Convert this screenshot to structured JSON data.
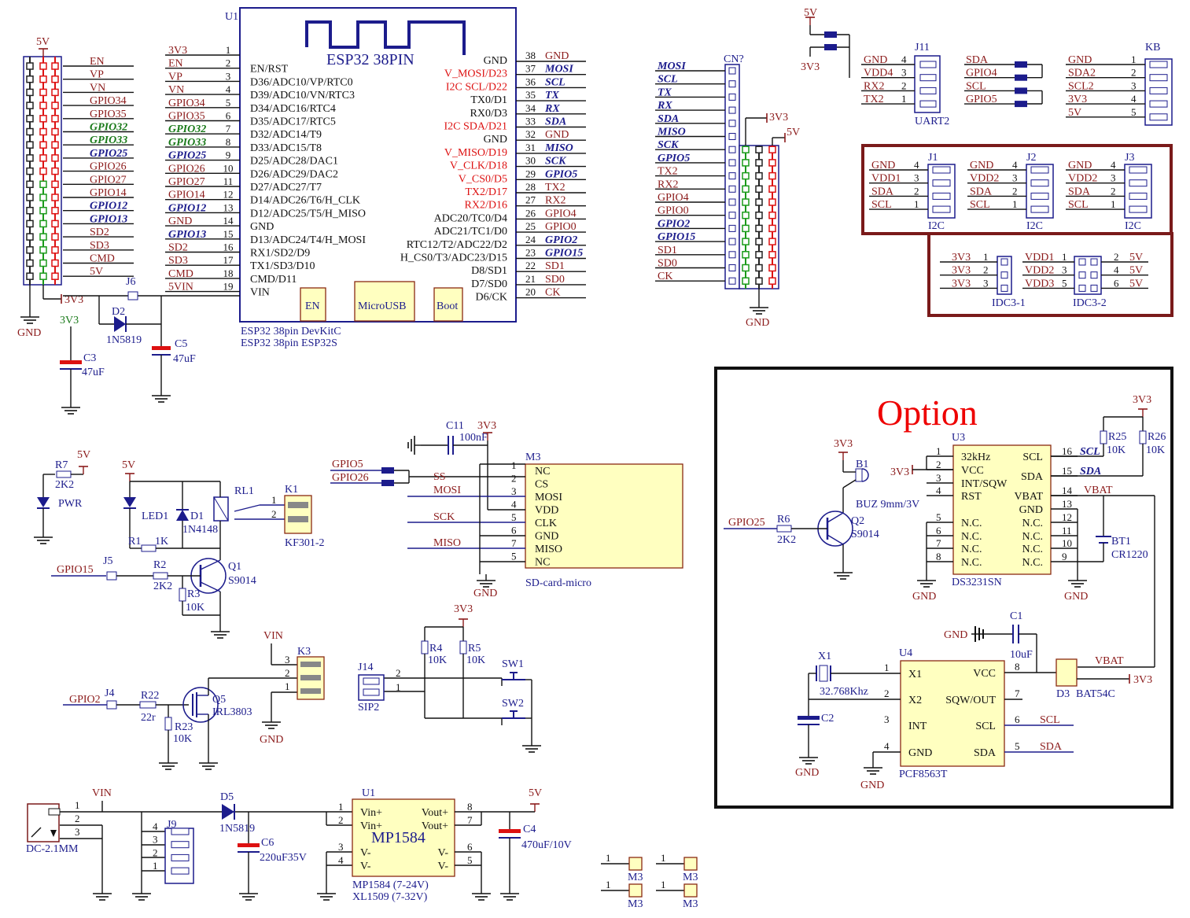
{
  "esp32": {
    "ref": "U1",
    "title": "ESP32 38PIN",
    "footprint1": "ESP32 38pin DevKitC",
    "footprint2": "ESP32 38pin ESP32S",
    "buttons": [
      "EN",
      "MicroUSB",
      "Boot"
    ],
    "left_pins": [
      {
        "n": "1",
        "name": "",
        "net": "3V3"
      },
      {
        "n": "2",
        "name": "EN/RST",
        "net": "EN"
      },
      {
        "n": "3",
        "name": "D36/ADC10/VP/RTC0",
        "net": "VP"
      },
      {
        "n": "4",
        "name": "D39/ADC10/VN/RTC3",
        "net": "VN"
      },
      {
        "n": "5",
        "name": "D34/ADC16/RTC4",
        "net": "GPIO34"
      },
      {
        "n": "6",
        "name": "D35/ADC17/RTC5",
        "net": "GPIO35"
      },
      {
        "n": "7",
        "name": "D32/ADC14/T9",
        "net": "GPIO32"
      },
      {
        "n": "8",
        "name": "D33/ADC15/T8",
        "net": "GPIO33"
      },
      {
        "n": "9",
        "name": "D25/ADC28/DAC1",
        "net": "GPIO25"
      },
      {
        "n": "10",
        "name": "D26/ADC29/DAC2",
        "net": "GPIO26"
      },
      {
        "n": "11",
        "name": "D27/ADC27/T7",
        "net": "GPIO27"
      },
      {
        "n": "12",
        "name": "D14/ADC26/T6/H_CLK",
        "net": "GPIO14"
      },
      {
        "n": "13",
        "name": "D12/ADC25/T5/H_MISO",
        "net": "GPIO12"
      },
      {
        "n": "14",
        "name": "GND",
        "net": "GND"
      },
      {
        "n": "15",
        "name": "D13/ADC24/T4/H_MOSI",
        "net": "GPIO13"
      },
      {
        "n": "16",
        "name": "RX1/SD2/D9",
        "net": "SD2"
      },
      {
        "n": "17",
        "name": "TX1/SD3/D10",
        "net": "SD3"
      },
      {
        "n": "18",
        "name": "CMD/D11",
        "net": "CMD"
      },
      {
        "n": "19",
        "name": "VIN",
        "net": "5VIN"
      }
    ],
    "right_pins": [
      {
        "n": "38",
        "name": "GND",
        "net": "GND"
      },
      {
        "n": "37",
        "name": "V_MOSI/D23",
        "net": "MOSI"
      },
      {
        "n": "36",
        "name": "I2C SCL/D22",
        "net": "SCL"
      },
      {
        "n": "35",
        "name": "TX0/D1",
        "net": "TX"
      },
      {
        "n": "34",
        "name": "RX0/D3",
        "net": "RX"
      },
      {
        "n": "33",
        "name": "I2C SDA/D21",
        "net": "SDA"
      },
      {
        "n": "32",
        "name": "GND",
        "net": "GND"
      },
      {
        "n": "31",
        "name": "V_MISO/D19",
        "net": "MISO"
      },
      {
        "n": "30",
        "name": "V_CLK/D18",
        "net": "SCK"
      },
      {
        "n": "29",
        "name": "V_CS0/D5",
        "net": "GPIO5"
      },
      {
        "n": "28",
        "name": "TX2/D17",
        "net": "TX2"
      },
      {
        "n": "27",
        "name": "RX2/D16",
        "net": "RX2"
      },
      {
        "n": "26",
        "name": "ADC20/TC0/D4",
        "net": "GPIO4"
      },
      {
        "n": "25",
        "name": "ADC21/TC1/D0",
        "net": "GPIO0"
      },
      {
        "n": "24",
        "name": "RTC12/T2/ADC22/D2",
        "net": "GPIO2"
      },
      {
        "n": "23",
        "name": "H_CS0/T3/ADC23/D15",
        "net": "GPIO15"
      },
      {
        "n": "22",
        "name": "D8/SD1",
        "net": "SD1"
      },
      {
        "n": "21",
        "name": "D7/SD0",
        "net": "SD0"
      },
      {
        "n": "20",
        "name": "D6/CK",
        "net": "CK"
      }
    ]
  },
  "left_header": {
    "power": "5V",
    "gnd": "GND",
    "v33": "3V3",
    "nets": [
      "EN",
      "VP",
      "VN",
      "GPIO34",
      "GPIO35",
      "GPIO32",
      "GPIO33",
      "GPIO25",
      "GPIO26",
      "GPIO27",
      "GPIO14",
      "GPIO12",
      "GPIO13",
      "SD2",
      "SD3",
      "CMD",
      "5V"
    ]
  },
  "right_header": {
    "ref": "CN?",
    "v33": "3V3",
    "v5": "5V",
    "gnd": "GND",
    "nets": [
      "MOSI",
      "SCL",
      "TX",
      "RX",
      "SDA",
      "MISO",
      "SCK",
      "GPIO5",
      "TX2",
      "RX2",
      "GPIO4",
      "GPIO0",
      "GPIO2",
      "GPIO15",
      "SD1",
      "SD0",
      "CK"
    ]
  },
  "power_in": {
    "j6": "J6",
    "d2": "D2",
    "d2v": "1N5819",
    "c3": "C3",
    "c3v": "47uF",
    "c5": "C5",
    "c5v": "47uF",
    "v33": "3V3"
  },
  "uart": {
    "ref": "J11",
    "name": "UART2",
    "v5": "5V",
    "v33": "3V3",
    "pins": [
      [
        "GND",
        "4"
      ],
      [
        "VDD4",
        "3"
      ],
      [
        "RX2",
        "2"
      ],
      [
        "TX2",
        "1"
      ]
    ]
  },
  "kb": {
    "ref": "KB",
    "left": [
      [
        "SDA",
        ""
      ],
      [
        "GPIO4",
        ""
      ],
      [
        "SCL",
        ""
      ],
      [
        "GPIO5",
        ""
      ]
    ],
    "right": [
      [
        "GND",
        "1"
      ],
      [
        "SDA2",
        "2"
      ],
      [
        "SCL2",
        "3"
      ],
      [
        "3V3",
        "4"
      ],
      [
        "5V",
        "5"
      ]
    ]
  },
  "i2c": [
    {
      "ref": "J1",
      "name": "I2C",
      "pins": [
        [
          "GND",
          "4"
        ],
        [
          "VDD1",
          "3"
        ],
        [
          "SDA",
          "2"
        ],
        [
          "SCL",
          "1"
        ]
      ]
    },
    {
      "ref": "J2",
      "name": "I2C",
      "pins": [
        [
          "GND",
          "4"
        ],
        [
          "VDD2",
          "3"
        ],
        [
          "SDA",
          "2"
        ],
        [
          "SCL",
          "1"
        ]
      ]
    },
    {
      "ref": "J3",
      "name": "I2C",
      "pins": [
        [
          "GND",
          "4"
        ],
        [
          "VDD2",
          "3"
        ],
        [
          "SDA",
          "2"
        ],
        [
          "SCL",
          "1"
        ]
      ]
    }
  ],
  "idc": {
    "idc1": "IDC3-1",
    "idc2": "IDC3-2",
    "left": [
      [
        "3V3",
        "1"
      ],
      [
        "3V3",
        "2"
      ],
      [
        "3V3",
        "3"
      ]
    ],
    "mid": [
      [
        "VDD1",
        "1"
      ],
      [
        "VDD2",
        "3"
      ],
      [
        "VDD3",
        "5"
      ]
    ],
    "right": [
      [
        "2",
        "5V"
      ],
      [
        "4",
        "5V"
      ],
      [
        "6",
        "5V"
      ]
    ]
  },
  "pwr_led": {
    "r": "R7",
    "rv": "2K2",
    "v5": "5V",
    "label": "PWR"
  },
  "relay": {
    "v5": "5V",
    "led": "LED1",
    "d": "D1",
    "dv": "1N4148",
    "rl": "RL1",
    "k": "K1",
    "kv": "KF301-2",
    "r1": "R1",
    "r1v": "1K",
    "r2": "R2",
    "r2v": "2K2",
    "r3": "R3",
    "r3v": "10K",
    "q": "Q1",
    "qv": "S9014",
    "j": "J5",
    "gpio": "GPIO15",
    "p1": "1",
    "p2": "2"
  },
  "mosfet": {
    "vin": "VIN",
    "k": "K3",
    "j": "J4",
    "gpio": "GPIO2",
    "r22": "R22",
    "r22v": "22r",
    "r23": "R23",
    "r23v": "10K",
    "q": "Q5",
    "qv": "IRL3803",
    "gnd": "GND",
    "p": [
      "3",
      "2",
      "1"
    ]
  },
  "sd": {
    "ref": "M3",
    "name": "SD-card-micro",
    "c": "C11",
    "cv": "100nF",
    "v33": "3V3",
    "gnd": "GND",
    "g5": "GPIO5",
    "g26": "GPIO26",
    "pins": [
      [
        "1",
        "NC"
      ],
      [
        "2",
        "CS"
      ],
      [
        "3",
        "MOSI"
      ],
      [
        "4",
        "VDD"
      ],
      [
        "5",
        "CLK"
      ],
      [
        "6",
        "GND"
      ],
      [
        "7",
        "MISO"
      ],
      [
        "5",
        "NC"
      ]
    ],
    "nets": [
      "SS",
      "MOSI",
      "SCK",
      "MISO"
    ]
  },
  "switches": {
    "v33": "3V3",
    "r4": "R4",
    "r4v": "10K",
    "r5": "R5",
    "r5v": "10K",
    "sw1": "SW1",
    "sw2": "SW2",
    "j": "J14",
    "jv": "SIP2",
    "p2": "2",
    "p1": "1"
  },
  "dc": {
    "vin": "VIN",
    "jack": "DC-2.1MM",
    "j9": "J9",
    "d5": "D5",
    "d5v": "1N5819",
    "c6": "C6",
    "c6v": "220uF35V",
    "u": "U1",
    "uv": "MP1584",
    "v5": "5V",
    "c4": "C4",
    "c4v": "470uF/10V",
    "note1": "MP1584 (7-24V)",
    "note2": "XL1509 (7-32V)",
    "lpins": [
      [
        "1",
        "Vin+"
      ],
      [
        "2",
        "Vin+"
      ],
      [
        "3",
        "V-"
      ],
      [
        "4",
        "V-"
      ]
    ],
    "rpins": [
      [
        "8",
        "Vout+"
      ],
      [
        "7",
        "Vout+"
      ],
      [
        "6",
        "V-"
      ],
      [
        "5",
        "V-"
      ]
    ],
    "jack_pins": [
      "1",
      "2",
      "3"
    ],
    "j9_pins": [
      "4",
      "3",
      "2",
      "1"
    ]
  },
  "holes": {
    "label": "M3",
    "pin": "1"
  },
  "option": {
    "title": "Option",
    "v33": "3V3",
    "buzzer": {
      "b": "B1",
      "bv": "BUZ 9mm/3V",
      "q": "Q2",
      "qv": "S9014",
      "r": "R6",
      "rv": "2K2",
      "gpio": "GPIO25"
    },
    "rtc": {
      "ref": "U3",
      "name": "DS3231SN",
      "r25": "R25",
      "r25v": "10K",
      "r26": "R26",
      "r26v": "10K",
      "scl": "SCL",
      "sda": "SDA",
      "vbat": "VBAT",
      "bt": "BT1",
      "btv": "CR1220",
      "gnd": "GND",
      "lpins": [
        [
          "1",
          "32kHz"
        ],
        [
          "2",
          "VCC"
        ],
        [
          "3",
          "INT/SQW"
        ],
        [
          "4",
          "RST"
        ],
        [
          "5",
          "N.C."
        ],
        [
          "6",
          "N.C."
        ],
        [
          "7",
          "N.C."
        ],
        [
          "8",
          "N.C."
        ]
      ],
      "rpins": [
        [
          "16",
          "SCL"
        ],
        [
          "15",
          "SDA"
        ],
        [
          "14",
          "VBAT"
        ],
        [
          "13",
          "GND"
        ],
        [
          "12",
          "N.C."
        ],
        [
          "11",
          "N.C."
        ],
        [
          "10",
          "N.C."
        ],
        [
          "9",
          "N.C."
        ]
      ]
    },
    "pcf": {
      "ref": "U4",
      "name": "PCF8563T",
      "x": "X1",
      "xv": "32.768Khz",
      "c1": "C1",
      "c1v": "10uF",
      "c2": "C2",
      "d": "D3",
      "dv": "BAT54C",
      "vbat": "VBAT",
      "gnd": "GND",
      "lpins": [
        [
          "1",
          "X1"
        ],
        [
          "2",
          "X2"
        ],
        [
          "3",
          "INT"
        ],
        [
          "4",
          "GND"
        ]
      ],
      "rpins": [
        [
          "8",
          "VCC"
        ],
        [
          "7",
          "SQW/OUT"
        ],
        [
          "6",
          "SCL"
        ],
        [
          "5",
          "SDA"
        ]
      ],
      "nets": [
        "SCL",
        "SDA"
      ]
    }
  }
}
